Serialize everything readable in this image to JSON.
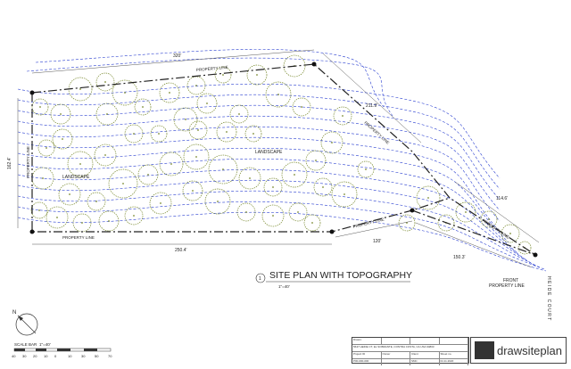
{
  "title": "SITE PLAN WITH TOPOGRAPHY",
  "title_scale": "1\"=40'",
  "title_ref": "1",
  "dimensions": {
    "top": "320'",
    "bottom_left": "250.4'",
    "bottom_mid": "120'",
    "right_lower": "150.3'",
    "right_diag": "211.9'",
    "far_right": "114.6'",
    "left": "162.4'"
  },
  "property_labels": {
    "top": "PROPERTY LINE",
    "left": "PROPERTY LINE",
    "bottom": "PROPERTY LINE",
    "right_diag": "PROPERTY LINE",
    "lower_right": "PROPERTY LINE",
    "far_right": "PROPERTY LINE",
    "front": "FRONT PROPERTY LINE"
  },
  "landscape_labels": [
    "LANDSCAPE",
    "LANDSCAPE"
  ],
  "street_name": "HEIDE COURT",
  "scale_bar": {
    "label": "SCALE BAR",
    "scale": "1\"=40'",
    "ticks": [
      "40",
      "30",
      "20",
      "10",
      "0",
      "10",
      "30",
      "50",
      "70"
    ]
  },
  "north_label": "N",
  "title_block": {
    "rows": [
      [
        "Drawn:",
        "",
        "",
        ""
      ],
      [
        "5647 HEIDE CT, EL SOBRANTE, CONTRA COSTA, CA USA 94803",
        "",
        "",
        ""
      ],
      [
        "Project ID",
        "Owner",
        "Client",
        "Sheet no."
      ],
      [
        "P00-000-000",
        "",
        "SMC",
        "04.11.2020"
      ]
    ]
  },
  "brand": "drawsiteplan",
  "colors": {
    "lines": "#222222",
    "contours": "#2a3fd0",
    "trees": "#7a8a30",
    "brand_bg": "#333333"
  }
}
